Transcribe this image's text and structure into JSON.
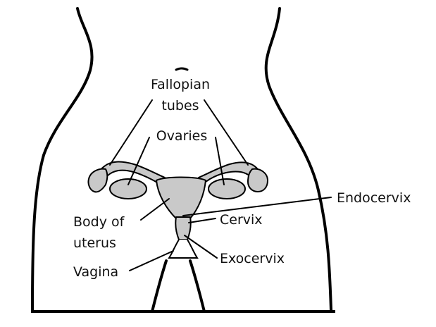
{
  "colors": {
    "organ_fill": "#c9c9c9",
    "line": "#000000",
    "background": "#ffffff"
  },
  "labels": {
    "fallopian_line1": "Fallopian",
    "fallopian_line2": "tubes",
    "ovaries": "Ovaries",
    "endocervix": "Endocervix",
    "body_line1": "Body of",
    "body_line2": "uterus",
    "cervix": "Cervix",
    "exocervix": "Exocervix",
    "vagina": "Vagina"
  }
}
